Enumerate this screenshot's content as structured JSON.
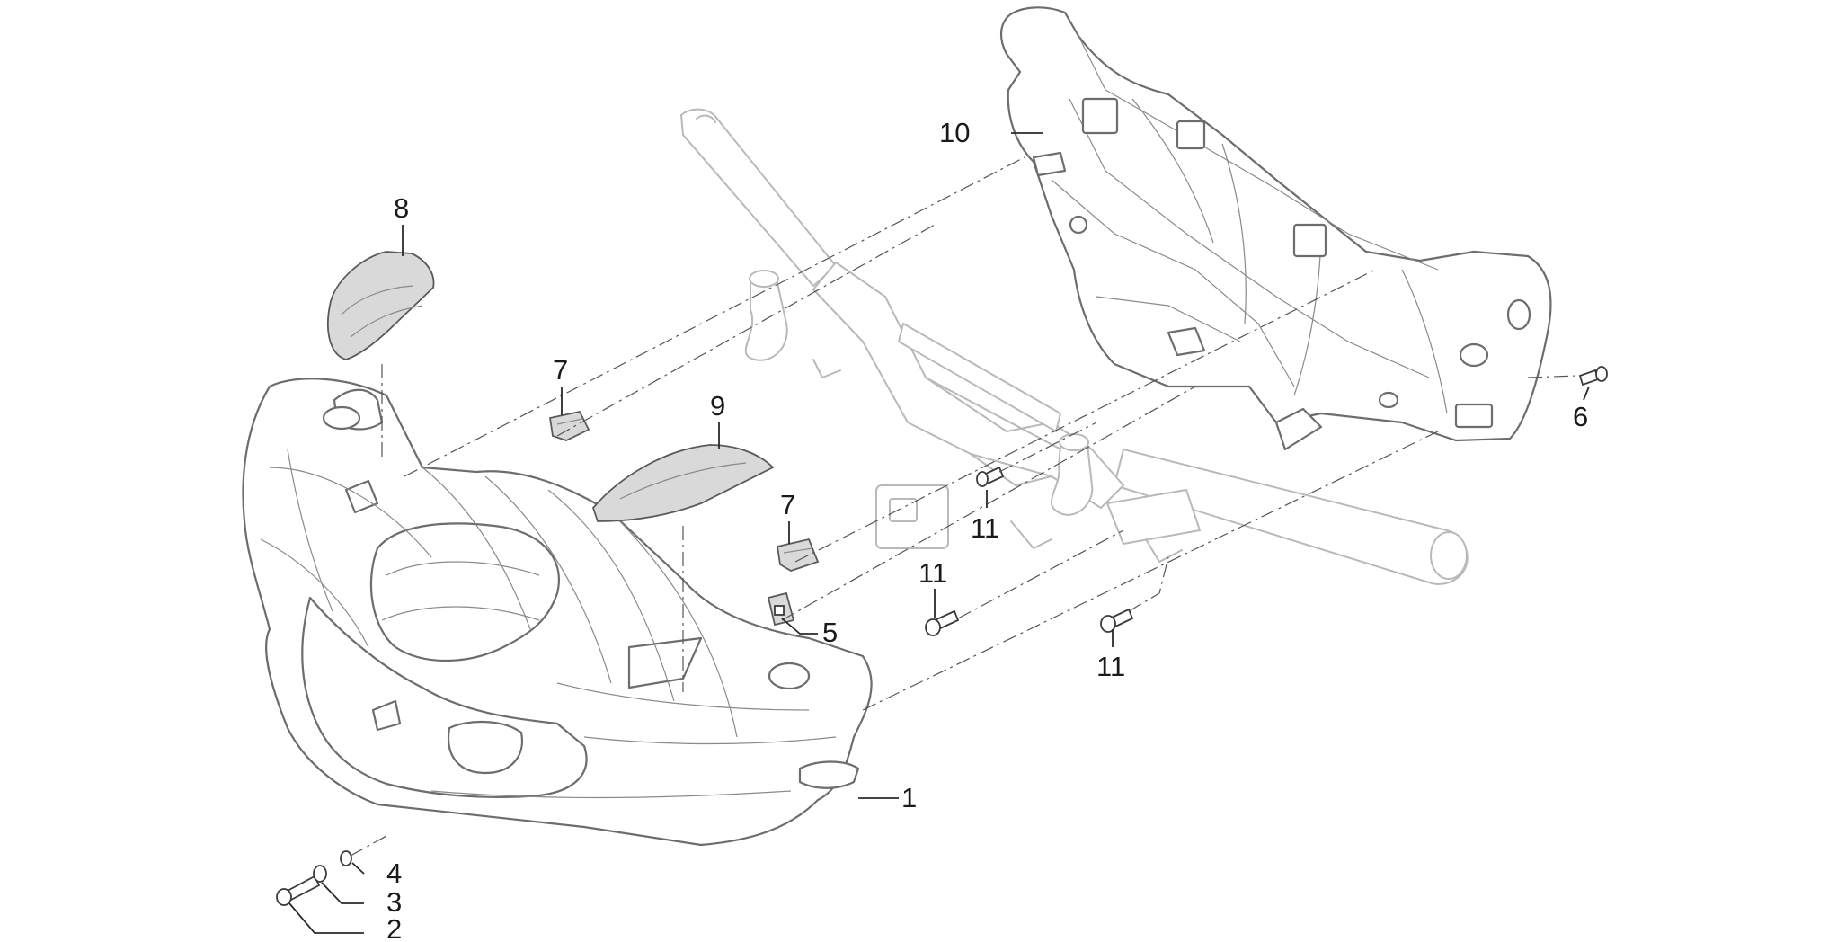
{
  "diagram": {
    "callouts": [
      {
        "id": "c1",
        "label": "1"
      },
      {
        "id": "c2",
        "label": "2"
      },
      {
        "id": "c3",
        "label": "3"
      },
      {
        "id": "c4",
        "label": "4"
      },
      {
        "id": "c5",
        "label": "5"
      },
      {
        "id": "c6",
        "label": "6"
      },
      {
        "id": "c7a",
        "label": "7"
      },
      {
        "id": "c7b",
        "label": "7"
      },
      {
        "id": "c8",
        "label": "8"
      },
      {
        "id": "c9",
        "label": "9"
      },
      {
        "id": "c10",
        "label": "10"
      },
      {
        "id": "c11a",
        "label": "11"
      },
      {
        "id": "c11b",
        "label": "11"
      },
      {
        "id": "c11c",
        "label": "11"
      }
    ]
  }
}
